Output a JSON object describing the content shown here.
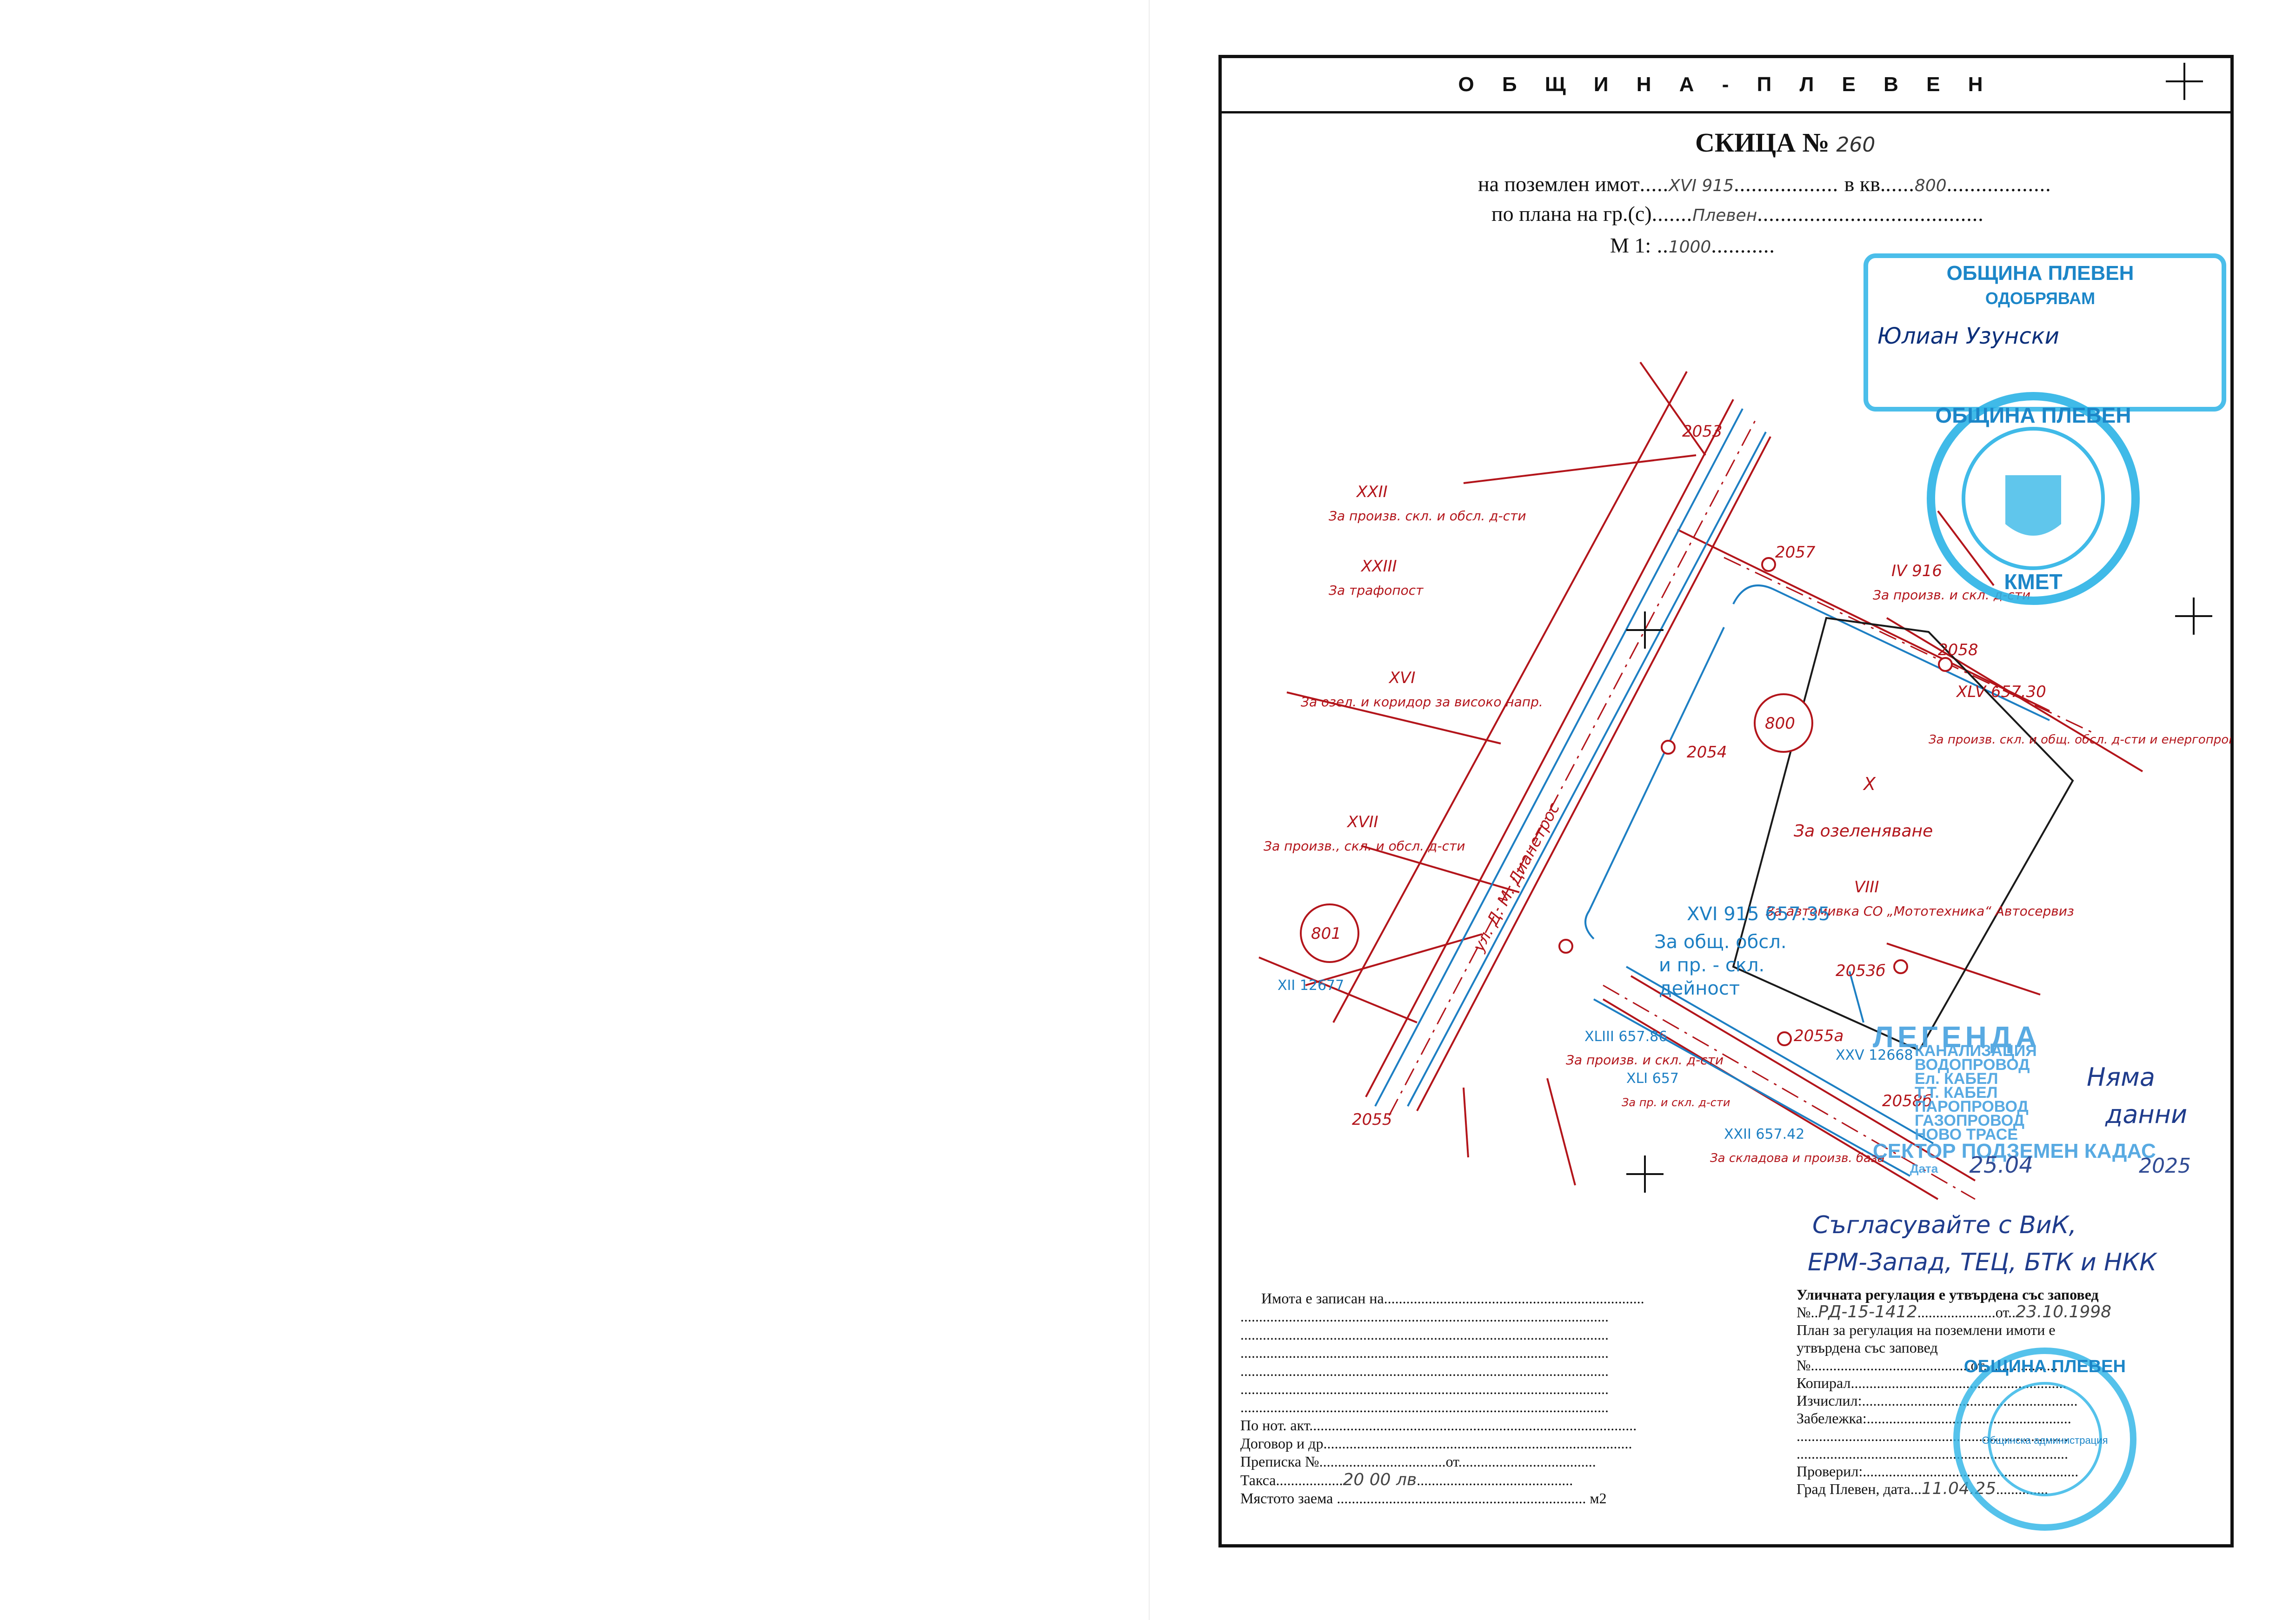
{
  "header": {
    "municipality": "О Б Щ И Н А - П Л Е В Е Н"
  },
  "title": {
    "label": "СКИЦА №",
    "number": "260"
  },
  "fields": {
    "property_label": "на поземлен имот",
    "property_value": "XVI 915",
    "block_label": "в кв.",
    "block_value": "800",
    "plan_label": "по плана на гр.(с)",
    "plan_value": "Плевен",
    "scale_label": "М 1:",
    "scale_value": "1000"
  },
  "map": {
    "block_800": "800",
    "block_801": "801",
    "street": "ул. Д. М. Дианетрос",
    "plot_x_num": "X",
    "plot_x_use": "За озеленяване",
    "plot_xvi_num": "XVI 915 657.35",
    "plot_xvi_use_1": "За общ. обсл.",
    "plot_xvi_use_2": "и пр. - скл.",
    "plot_xvi_use_3": "дейност",
    "p_xxii": "XXII",
    "p_xxii_use": "За произв. скл. и обсл. д-сти",
    "p_xxiii": "XXIII",
    "p_xxiii_use": "За трафопост",
    "p_xvi_left": "XVI",
    "p_xvi_left_use": "За озел. и коридор за високо напр.",
    "p_xvii": "XVII",
    "p_xvii_use": "За произв., скл. и обсл. д-сти",
    "p_iv": "IV 916",
    "p_iv_use": "За произв. и скл. д-сти",
    "p_xlv": "XLV 657.30",
    "p_xlv_use": "За произв. скл. и общ. обсл. д-сти и енергопроизв.",
    "p_viii": "VIII",
    "p_viii_use": "За автомивка СО „Мототехника“ Автосервиз",
    "p_xliii": "XLIII 657.86",
    "p_xliii_use": "За произв. и скл. д-сти",
    "p_xli": "XLI 657",
    "p_xli_use": "За пр. и скл. д-сти",
    "p_xxii2": "XXII 657.42",
    "p_xxii2_use": "За складова и произв. база",
    "p_xii": "XII 12677",
    "p_xxv": "XXV 12668",
    "pt_2053": "2053",
    "pt_2054": "2054",
    "pt_2057": "2057",
    "pt_2058": "2058",
    "pt_2055": "2055",
    "pt_2055a": "2055а",
    "pt_2053b": "2053б",
    "pt_2058b": "2058б"
  },
  "stamp_approved": {
    "line1": "ОБЩИНА ПЛЕВЕН",
    "line2": "ОДОБРЯВАМ",
    "line4": "Юлиан Узунски"
  },
  "seal": {
    "top": "ОБЩИНА ПЛЕВЕН",
    "bottom": "КМЕТ"
  },
  "legend": {
    "heading": "ЛЕГЕНДА",
    "items": [
      "КАНАЛИЗАЦИЯ",
      "ВОДОПРОВОД",
      "Ел. КАБЕЛ",
      "Т.Т. КАБЕЛ",
      "ПАРОПРОВОД",
      "ГАЗОПРОВОД",
      "НОВО ТРАСЕ"
    ],
    "sector": "СЕКТОР ПОДЗЕМЕН КАДАС",
    "date_label": "Дата",
    "date_day": "25.04",
    "date_year": "2025",
    "side_note_1": "Няма",
    "side_note_2": "данни"
  },
  "handwritten_note": {
    "line1": "Съгласувайте с ВиК,",
    "line2": "ЕРМ-Запад, ТЕЦ, БТК и НКК"
  },
  "footer_left": {
    "owner": "Имота е записан на",
    "notary": "По нот. акт.",
    "contract": "Договор и др.",
    "transcript": "Преписка №",
    "transcript_from": "от",
    "fee": "Такса",
    "fee_value": "20 00 лв",
    "area": "Мястото заема",
    "area_unit": "м2"
  },
  "footer_right": {
    "street_reg": "Уличната регулация е утвърдена със заповед",
    "street_no_label": "№",
    "street_no_value": "РД-15-1412",
    "street_from_label": "от",
    "street_from_value": "23.10.1998",
    "plan_reg_1": "План за регулация на поземлени имоти е",
    "plan_reg_2": "утвърдена със заповед",
    "plan_no_label": "№",
    "plan_from_label": "от",
    "copied": "Копирал",
    "computed": "Изчислил:",
    "remark": "Забележка:",
    "checked": "Проверил:",
    "city_date": "Град Плевен, дата",
    "city_date_value": "11.04.25"
  },
  "admin_stamp": {
    "ring": "ОБЩИНА ПЛЕВЕН",
    "center": "Общинска администрация"
  }
}
